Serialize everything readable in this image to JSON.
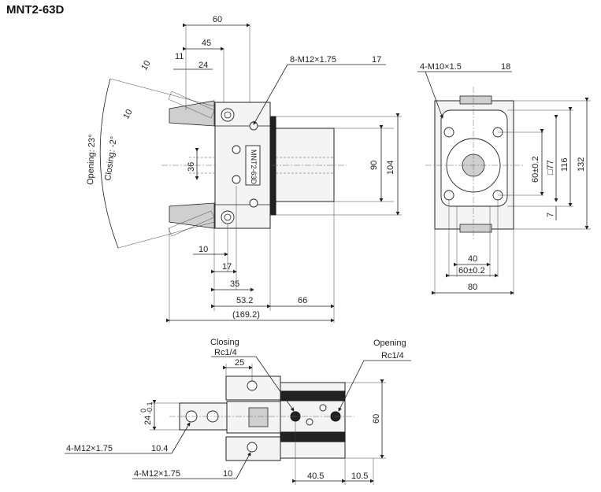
{
  "title": "MNT2-63D",
  "front_view": {
    "dims": {
      "d60": "60",
      "d45": "45",
      "d11": "11",
      "d24": "24",
      "d10a": "10",
      "d10b": "10",
      "d36": "36",
      "d90": "90",
      "d104": "104",
      "d10c": "10",
      "d17": "17",
      "d35": "35",
      "d53": "53.2",
      "d66": "66",
      "d169": "(169.2)"
    },
    "callout_thread": "8-M12×1.75",
    "callout_depth": "17",
    "angle_open": "Opening: 23°",
    "angle_close": "Closing: -2°",
    "label_plate": "MNT2-63D"
  },
  "side_view": {
    "callout_thread": "4-M10×1.5",
    "callout_depth": "18",
    "dims": {
      "d60pm": "60±0.2",
      "d77": "□77",
      "d116": "116",
      "d132": "132",
      "d7": "7",
      "d40": "40",
      "d60pm2": "60±0.2",
      "d80": "80"
    }
  },
  "bottom_view": {
    "closing_label": "Closing",
    "closing_port": "Rc1/4",
    "opening_label": "Opening",
    "opening_port": "Rc1/4",
    "dims": {
      "d25": "25",
      "d24": "24",
      "tol24a": "0",
      "tol24b": "-0.1",
      "d60": "60",
      "d40_5": "40.5",
      "d10_5": "10.5"
    },
    "callout1_thread": "4-M12×1.75",
    "callout1_depth": "10.4",
    "callout2_thread": "4-M12×1.75",
    "callout2_depth": "10"
  }
}
